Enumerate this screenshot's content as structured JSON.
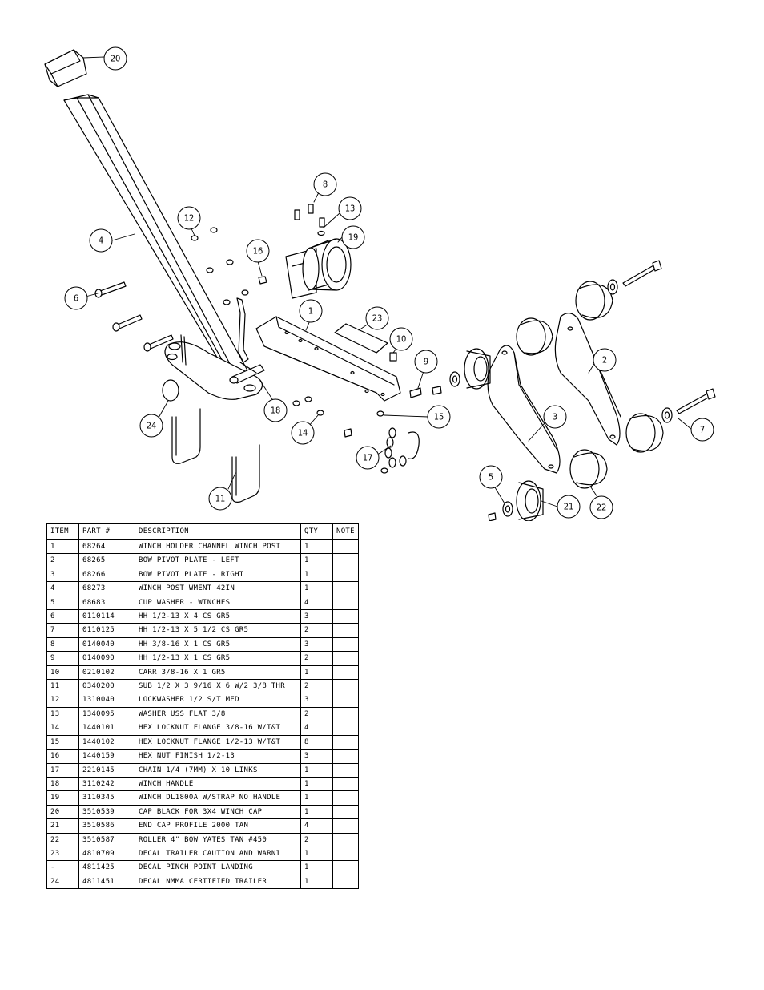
{
  "callouts": [
    {
      "id": "c20",
      "label": "20"
    },
    {
      "id": "c4",
      "label": "4"
    },
    {
      "id": "c12",
      "label": "12"
    },
    {
      "id": "c6",
      "label": "6"
    },
    {
      "id": "c8",
      "label": "8"
    },
    {
      "id": "c13",
      "label": "13"
    },
    {
      "id": "c19",
      "label": "19"
    },
    {
      "id": "c16",
      "label": "16"
    },
    {
      "id": "c1",
      "label": "1"
    },
    {
      "id": "c23",
      "label": "23"
    },
    {
      "id": "c10",
      "label": "10"
    },
    {
      "id": "c9",
      "label": "9"
    },
    {
      "id": "c18",
      "label": "18"
    },
    {
      "id": "c14",
      "label": "14"
    },
    {
      "id": "c15",
      "label": "15"
    },
    {
      "id": "c17",
      "label": "17"
    },
    {
      "id": "c24",
      "label": "24"
    },
    {
      "id": "c11",
      "label": "11"
    },
    {
      "id": "c2",
      "label": "2"
    },
    {
      "id": "c3",
      "label": "3"
    },
    {
      "id": "c7",
      "label": "7"
    },
    {
      "id": "c5",
      "label": "5"
    },
    {
      "id": "c21",
      "label": "21"
    },
    {
      "id": "c22",
      "label": "22"
    }
  ],
  "table": {
    "headers": {
      "item": "ITEM",
      "part": "PART #",
      "description": "DESCRIPTION",
      "qty": "QTY",
      "note": "NOTE"
    },
    "rows": [
      {
        "item": "1",
        "part": "68264",
        "description": "WINCH HOLDER CHANNEL WINCH POST",
        "qty": "1",
        "note": ""
      },
      {
        "item": "2",
        "part": "68265",
        "description": "BOW PIVOT PLATE - LEFT",
        "qty": "1",
        "note": ""
      },
      {
        "item": "3",
        "part": "68266",
        "description": "BOW PIVOT PLATE - RIGHT",
        "qty": "1",
        "note": ""
      },
      {
        "item": "4",
        "part": "68273",
        "description": "WINCH POST WMENT 42IN",
        "qty": "1",
        "note": ""
      },
      {
        "item": "5",
        "part": "68683",
        "description": "CUP WASHER - WINCHES",
        "qty": "4",
        "note": ""
      },
      {
        "item": "6",
        "part": "0110114",
        "description": "HH 1/2-13 X 4 CS GR5",
        "qty": "3",
        "note": ""
      },
      {
        "item": "7",
        "part": "0110125",
        "description": "HH 1/2-13 X 5 1/2 CS GR5",
        "qty": "2",
        "note": ""
      },
      {
        "item": "8",
        "part": "0140040",
        "description": "HH 3/8-16 X 1 CS GR5",
        "qty": "3",
        "note": ""
      },
      {
        "item": "9",
        "part": "0140090",
        "description": "HH 1/2-13 X 1 CS GR5",
        "qty": "2",
        "note": ""
      },
      {
        "item": "10",
        "part": "0210102",
        "description": "CARR 3/8-16 X 1 GR5",
        "qty": "1",
        "note": ""
      },
      {
        "item": "11",
        "part": "0340200",
        "description": "SUB 1/2 X 3 9/16 X 6 W/2 3/8 THR",
        "qty": "2",
        "note": ""
      },
      {
        "item": "12",
        "part": "1310040",
        "description": "LOCKWASHER 1/2 S/T MED",
        "qty": "3",
        "note": ""
      },
      {
        "item": "13",
        "part": "1340095",
        "description": "WASHER USS FLAT 3/8",
        "qty": "2",
        "note": ""
      },
      {
        "item": "14",
        "part": "1440101",
        "description": "HEX LOCKNUT FLANGE 3/8-16 W/T&T",
        "qty": "4",
        "note": ""
      },
      {
        "item": "15",
        "part": "1440102",
        "description": "HEX LOCKNUT FLANGE 1/2-13 W/T&T",
        "qty": "8",
        "note": ""
      },
      {
        "item": "16",
        "part": "1440159",
        "description": "HEX NUT FINISH 1/2-13",
        "qty": "3",
        "note": ""
      },
      {
        "item": "17",
        "part": "2210145",
        "description": "CHAIN 1/4 (7MM) X 10 LINKS",
        "qty": "1",
        "note": ""
      },
      {
        "item": "18",
        "part": "3110242",
        "description": "WINCH HANDLE",
        "qty": "1",
        "note": ""
      },
      {
        "item": "19",
        "part": "3110345",
        "description": "WINCH DL1800A W/STRAP  NO HANDLE",
        "qty": "1",
        "note": ""
      },
      {
        "item": "20",
        "part": "3510539",
        "description": "CAP BLACK FOR 3X4 WINCH CAP",
        "qty": "1",
        "note": ""
      },
      {
        "item": "21",
        "part": "3510586",
        "description": "END CAP PROFILE 2000 TAN",
        "qty": "4",
        "note": ""
      },
      {
        "item": "22",
        "part": "3510587",
        "description": "ROLLER 4\" BOW YATES TAN #450",
        "qty": "2",
        "note": ""
      },
      {
        "item": "23",
        "part": "4810709",
        "description": "DECAL TRAILER CAUTION AND WARNI",
        "qty": "1",
        "note": ""
      },
      {
        "item": "-",
        "part": "4811425",
        "description": "DECAL PINCH POINT LANDING",
        "qty": "1",
        "note": ""
      },
      {
        "item": "24",
        "part": "4811451",
        "description": " DECAL NMMA CERTIFIED TRAILER",
        "qty": "1",
        "note": ""
      }
    ]
  }
}
